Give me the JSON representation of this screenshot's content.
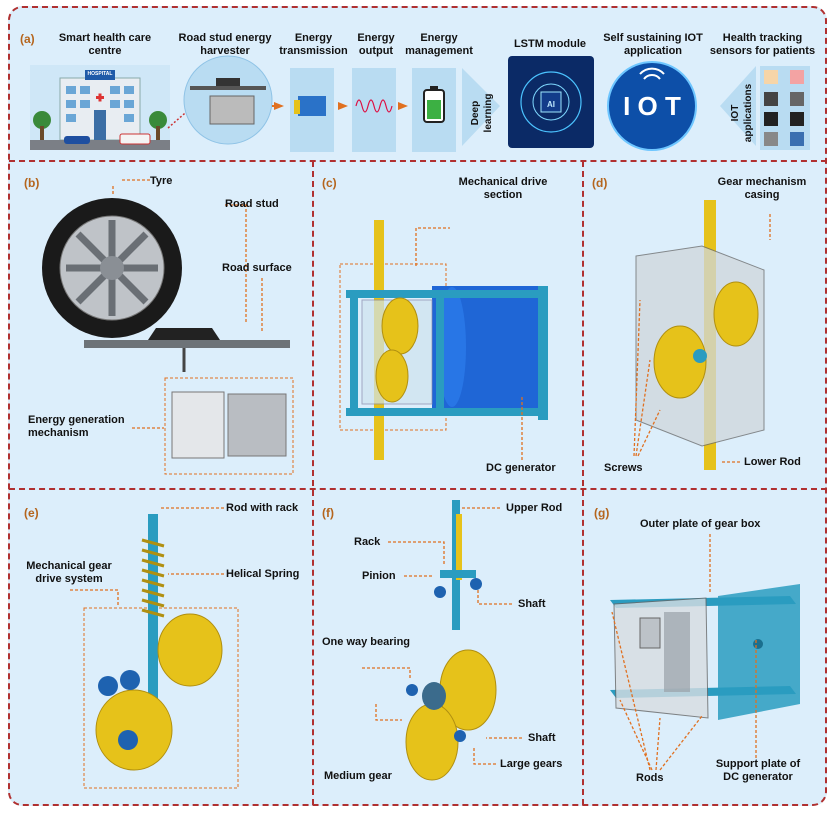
{
  "panel_a": {
    "label": "(a)",
    "smart_health": "Smart health care centre",
    "hospital_sign": "HOSPITAL",
    "road_stud_harvester": "Road stud energy harvester",
    "energy_transmission": "Energy transmission",
    "energy_output": "Energy output",
    "energy_management": "Energy management",
    "deep_learning": "Deep learning",
    "lstm_module": "LSTM module",
    "ai_chip": "AI",
    "iot_application": "Self sustaining IOT application",
    "iot_text": "I O T",
    "iot_applications": "IOT applications",
    "health_sensors": "Health tracking sensors for patients"
  },
  "panel_b": {
    "label": "(b)",
    "tyre": "Tyre",
    "road_stud": "Road stud",
    "road_surface": "Road surface",
    "energy_generation": "Energy generation mechanism"
  },
  "panel_c": {
    "label": "(c)",
    "mechanical_drive": "Mechanical drive section",
    "dc_generator": "DC generator"
  },
  "panel_d": {
    "label": "(d)",
    "gear_casing": "Gear mechanism casing",
    "screws": "Screws",
    "lower_rod": "Lower Rod"
  },
  "panel_e": {
    "label": "(e)",
    "rod_with_rack": "Rod with rack",
    "mechanical_gear": "Mechanical gear drive system",
    "helical_spring": "Helical Spring"
  },
  "panel_f": {
    "label": "(f)",
    "upper_rod": "Upper Rod",
    "rack": "Rack",
    "pinion": "Pinion",
    "shaft_top": "Shaft",
    "one_way_bearing": "One way bearing",
    "shaft_bottom": "Shaft",
    "medium_gear": "Medium gear",
    "large_gears": "Large gears"
  },
  "panel_g": {
    "label": "(g)",
    "outer_plate": "Outer plate of gear box",
    "rods": "Rods",
    "support_plate": "Support plate of DC generator"
  },
  "colors": {
    "border": "#b03030",
    "background": "#dceefb",
    "label": "#b5651d",
    "leader": "#e07020",
    "gear": "#e6c21a",
    "rod": "#2a9cc0"
  }
}
